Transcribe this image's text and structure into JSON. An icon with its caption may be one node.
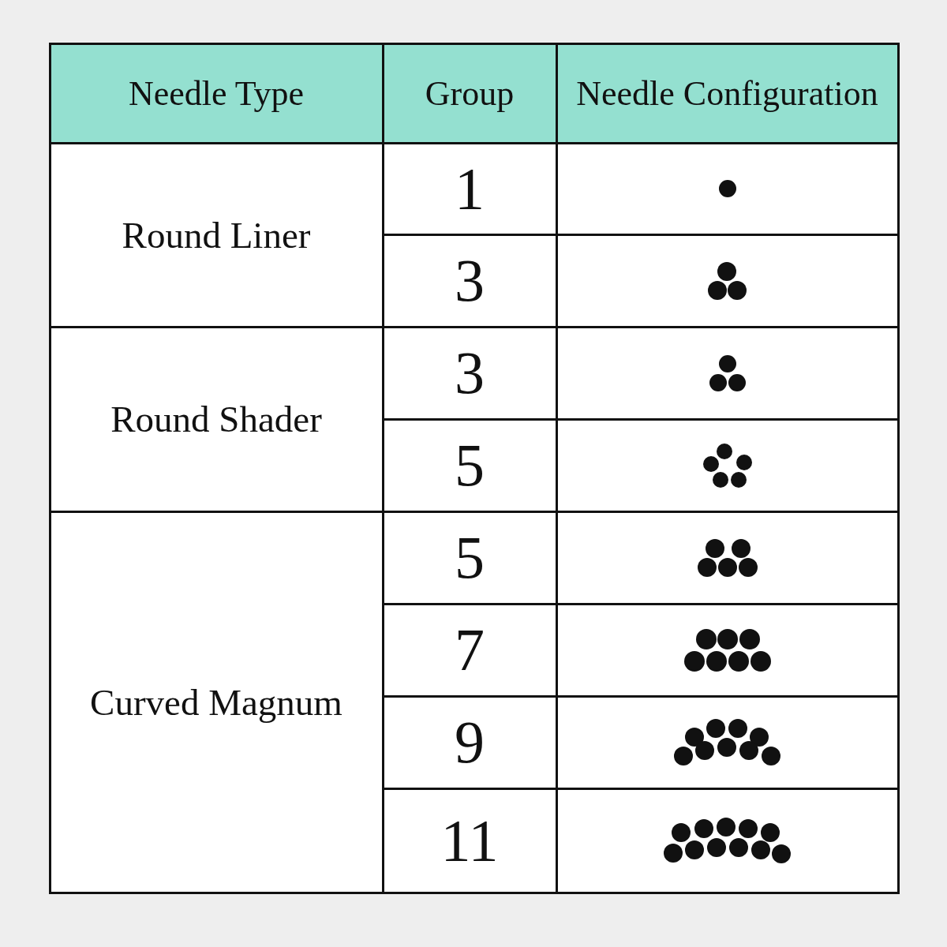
{
  "diagram": {
    "labels": [
      "Needle Type",
      "Group",
      "Needle Configuration",
      "Round Liner",
      "1",
      "3",
      "Round Shader",
      "3",
      "5",
      "Curved Magnum",
      "5",
      "7",
      "9",
      "11"
    ]
  }
}
